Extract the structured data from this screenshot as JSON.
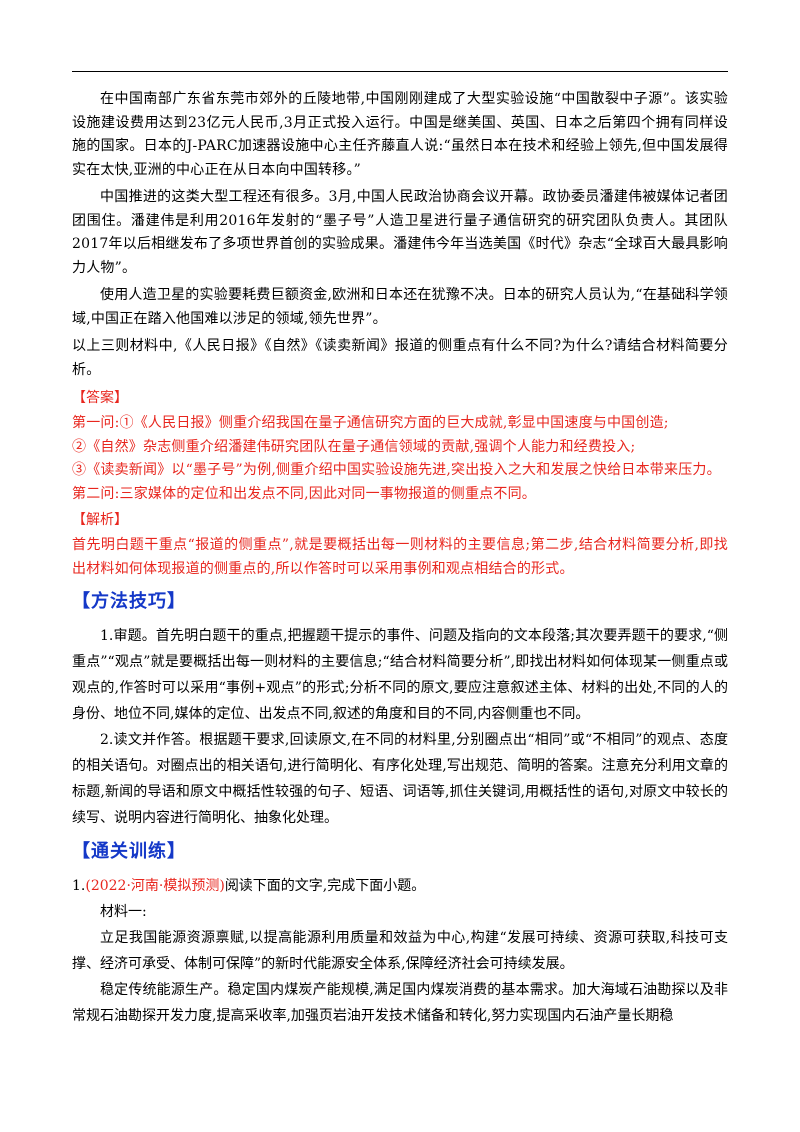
{
  "passage": {
    "p1": "在中国南部广东省东莞市郊外的丘陵地带,中国刚刚建成了大型实验设施“中国散裂中子源”。该实验设施建设费用达到23亿元人民币,3月正式投入运行。中国是继美国、英国、日本之后第四个拥有同样设施的国家。日本的J-PARC加速器设施中心主任齐藤直人说:“虽然日本在技术和经验上领先,但中国发展得实在太快,亚洲的中心正在从日本向中国转移。”",
    "p2": "中国推进的这类大型工程还有很多。3月,中国人民政治协商会议开幕。政协委员潘建伟被媒体记者团团围住。潘建伟是利用2016年发射的“墨子号”人造卫星进行量子通信研究的研究团队负责人。其团队2017年以后相继发布了多项世界首创的实验成果。潘建伟今年当选美国《时代》杂志“全球百大最具影响力人物”。",
    "p3": "使用人造卫星的实验要耗费巨额资金,欧洲和日本还在犹豫不决。日本的研究人员认为,“在基础科学领域,中国正在踏入他国难以涉足的领域,领先世界”。"
  },
  "question": "以上三则材料中,《人民日报》《自然》《读卖新闻》报道的侧重点有什么不同?为什么?请结合材料简要分析。",
  "answer": {
    "tag": "【答案】",
    "lines": [
      "第一问:①《人民日报》侧重介绍我国在量子通信研究方面的巨大成就,彰显中国速度与中国创造;",
      "②《自然》杂志侧重介绍潘建伟研究团队在量子通信领域的贡献,强调个人能力和经费投入;",
      "③《读卖新闻》以“墨子号”为例,侧重介绍中国实验设施先进,突出投入之大和发展之快给日本带来压力。",
      "第二问:三家媒体的定位和出发点不同,因此对同一事物报道的侧重点不同。"
    ]
  },
  "analysis": {
    "tag": "【解析】",
    "text": "首先明白题干重点“报道的侧重点”,就是要概括出每一则材料的主要信息;第二步,结合材料简要分析,即找出材料如何体现报道的侧重点的,所以作答时可以采用事例和观点相结合的形式。"
  },
  "methods": {
    "heading": "【方法技巧】",
    "p1": "1.审题。首先明白题干的重点,把握题干提示的事件、问题及指向的文本段落;其次要弄题干的要求,“侧重点”“观点”就是要概括出每一则材料的主要信息;“结合材料简要分析”,即找出材料如何体现某一侧重点或观点的,作答时可以采用“事例+观点”的形式;分析不同的原文,要应注意叙述主体、材料的出处,不同的人的身份、地位不同,媒体的定位、出发点不同,叙述的角度和目的不同,内容侧重也不同。",
    "p2": "2.读文并作答。根据题干要求,回读原文,在不同的材料里,分别圈点出“相同”或“不相同”的观点、态度的相关语句。对圈点出的相关语句,进行简明化、有序化处理,写出规范、简明的答案。注意充分利用文章的标题,新闻的导语和原文中概括性较强的句子、短语、词语等,抓住关键词,用概括性的语句,对原文中较长的续写、说明内容进行简明化、抽象化处理。"
  },
  "training": {
    "heading": "【通关训练】",
    "q_num": "1.",
    "q_src": "(2022·河南·模拟预测)",
    "q_text": "阅读下面的文字,完成下面小题。",
    "material_label": "材料一:",
    "m1": "立足我国能源资源禀赋,以提高能源利用质量和效益为中心,构建“发展可持续、资源可获取,科技可支撑、经济可承受、体制可保障”的新时代能源安全体系,保障经济社会可持续发展。",
    "m2": "稳定传统能源生产。稳定国内煤炭产能规模,满足国内煤炭消费的基本需求。加大海域石油勘探以及非常规石油勘探开发力度,提高采收率,加强页岩油开发技术储备和转化,努力实现国内石油产量长期稳"
  }
}
